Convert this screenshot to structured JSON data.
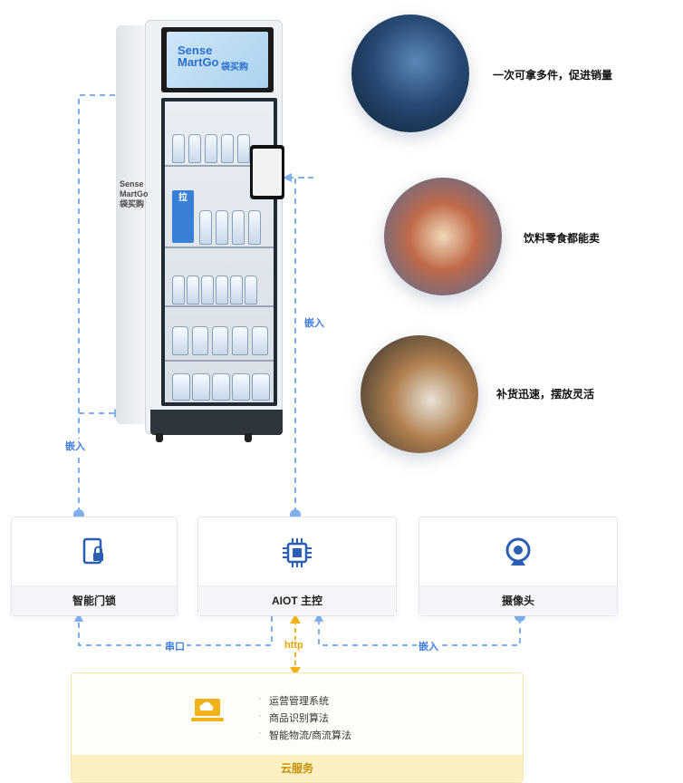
{
  "features": [
    {
      "text": "一次可拿多件，促进销量"
    },
    {
      "text": "饮料零食都能卖"
    },
    {
      "text": "补货迅速，摆放灵活"
    }
  ],
  "machine": {
    "brand_line1": "Sense",
    "brand_line2": "MartGo",
    "brand_cn": "袋买购",
    "door_tag": "拉"
  },
  "connections": {
    "embed_left": "嵌入",
    "embed_mid": "嵌入",
    "serial": "串口",
    "http": "http",
    "embed_bottom": "嵌入"
  },
  "components": {
    "lock": "智能门锁",
    "aiot": "AIOT 主控",
    "camera": "摄像头"
  },
  "cloud": {
    "services": [
      "运营管理系统",
      "商品识别算法",
      "智能物流/商流算法"
    ],
    "label": "云服务"
  },
  "colors": {
    "accent_blue": "#3f7fe0",
    "accent_gold": "#e8a500",
    "icon_blue": "#2b5fb3"
  }
}
